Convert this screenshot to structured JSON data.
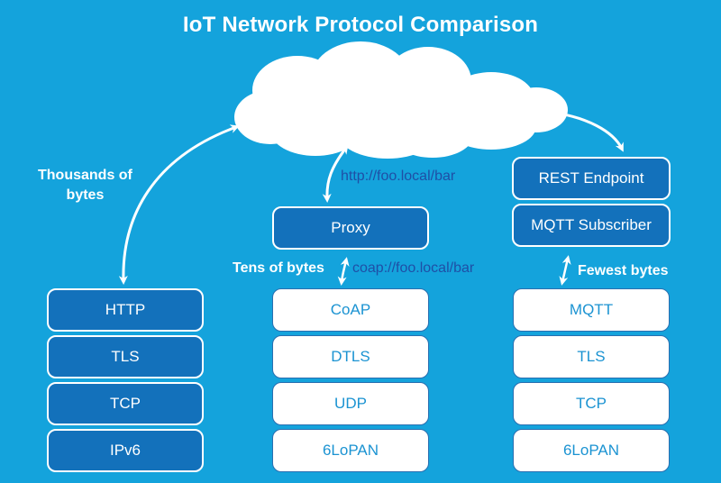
{
  "title": "IoT Network Protocol Comparison",
  "colors": {
    "background": "#14a3dc",
    "dark_box": "#1371bb",
    "light_box": "#ffffff",
    "light_text": "#1b93d2",
    "url_text": "#1f4fa6",
    "arrow": "#ffffff"
  },
  "cloud": {
    "label": "cloud",
    "icon": "cloud-icon"
  },
  "annotations": {
    "left": "Thousands of bytes",
    "left_line1": "Thousands of",
    "left_line2": "bytes",
    "middle": "Tens of bytes",
    "right": "Fewest bytes"
  },
  "urls": {
    "http": "http://foo.local/bar",
    "coap": "coap://foo.local/bar"
  },
  "middle_top": {
    "proxy": "Proxy"
  },
  "right_top": {
    "rest": "REST Endpoint",
    "subscriber": "MQTT Subscriber"
  },
  "stacks": {
    "http": [
      "HTTP",
      "TLS",
      "TCP",
      "IPv6"
    ],
    "coap": [
      "CoAP",
      "DTLS",
      "UDP",
      "6LoPAN"
    ],
    "mqtt": [
      "MQTT",
      "TLS",
      "TCP",
      "6LoPAN"
    ]
  }
}
